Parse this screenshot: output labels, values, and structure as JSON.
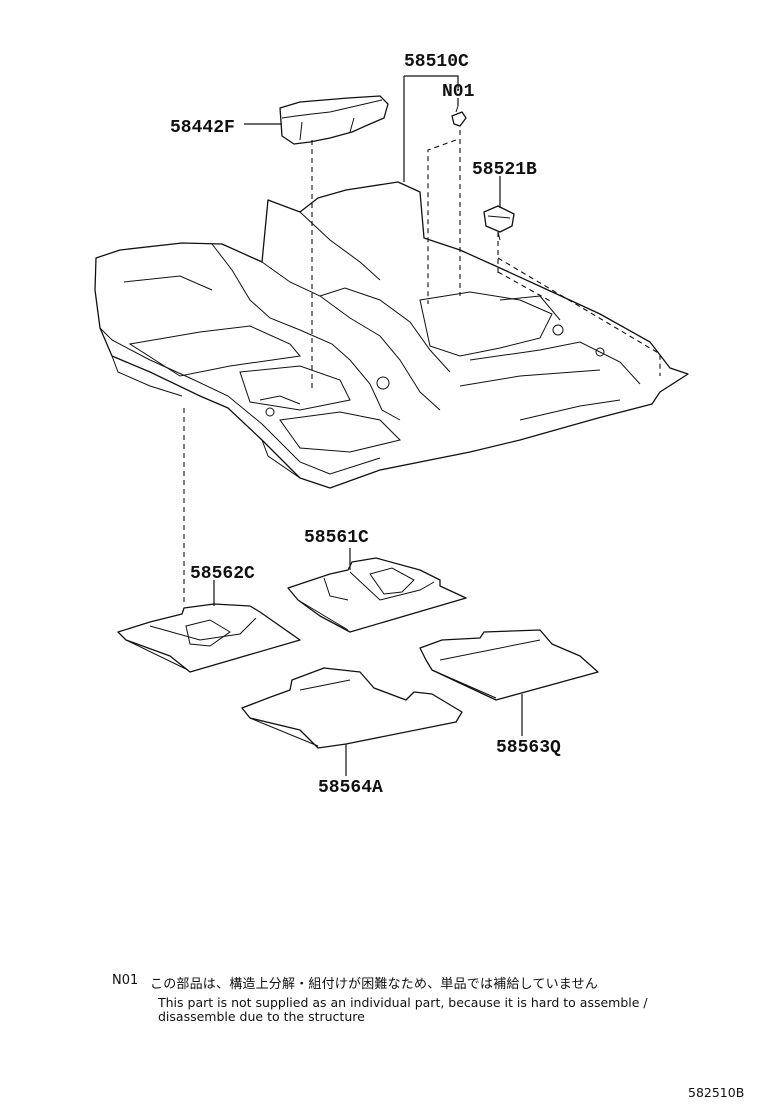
{
  "parts": [
    {
      "id": "58510C",
      "label": "58510C"
    },
    {
      "id": "N01",
      "label": "N01"
    },
    {
      "id": "58442F",
      "label": "58442F"
    },
    {
      "id": "58521B",
      "label": "58521B"
    },
    {
      "id": "58561C",
      "label": "58561C"
    },
    {
      "id": "58562C",
      "label": "58562C"
    },
    {
      "id": "58563Q",
      "label": "58563Q"
    },
    {
      "id": "58564A",
      "label": "58564A"
    }
  ],
  "note": {
    "code": "N01",
    "japanese": "この部品は、構造上分解・組付けが困難なため、単品では補給していません",
    "english_line1": "This part is not supplied as an individual part, because it is hard to assemble /",
    "english_line2": "disassemble due to the structure"
  },
  "figure_id": "582510B"
}
